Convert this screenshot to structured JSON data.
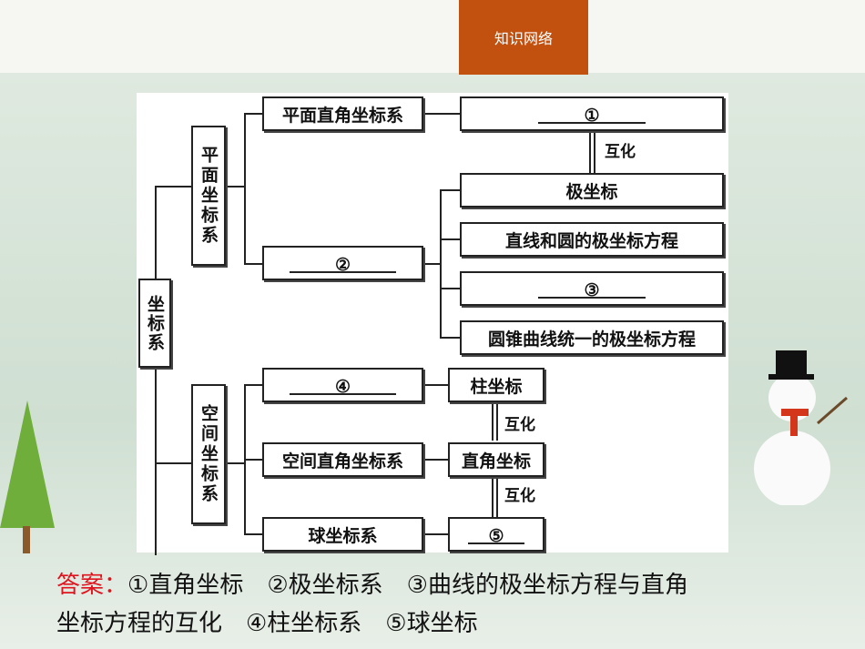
{
  "header": {
    "tab_label": "知识网络"
  },
  "diagram": {
    "root": "坐标系",
    "plane_group": "平面坐标系",
    "space_group": "空间坐标系",
    "nodes": {
      "plane_rect": "平面直角坐标系",
      "blank1": "①",
      "blank2": "②",
      "polar": "极坐标",
      "line_circle": "直线和圆的极坐标方程",
      "blank3": "③",
      "conic": "圆锥曲线统一的极坐标方程",
      "blank4": "④",
      "cylinder": "柱坐标",
      "space_rect": "空间直角坐标系",
      "rect": "直角坐标",
      "sphere": "球坐标系",
      "blank5": "⑤"
    },
    "arrow_label": "互化"
  },
  "answer": {
    "prefix": "答案：",
    "line1": "①直角坐标　②极坐标系　③曲线的极坐标方程与直角",
    "line2": "坐标方程的互化　④柱坐标系　⑤球坐标"
  }
}
